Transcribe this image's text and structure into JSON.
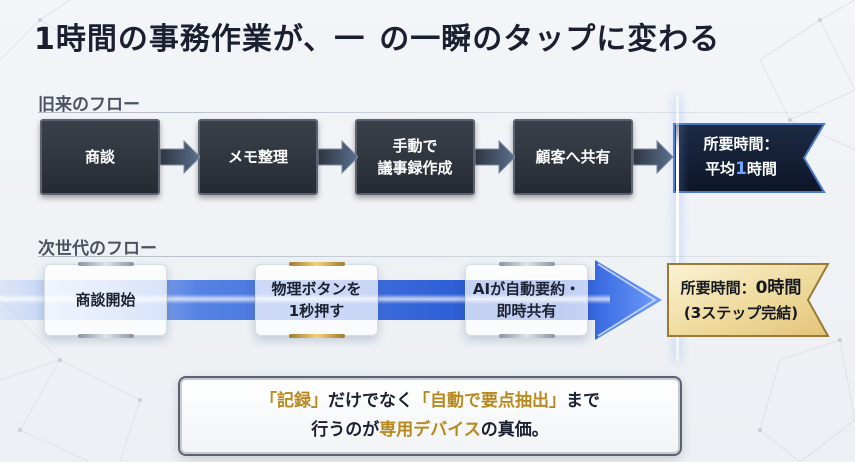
{
  "title": {
    "part1": "1時間の事務作業が、一",
    "part2": "の一瞬のタップに変わる"
  },
  "old_flow": {
    "label": "旧来のフロー",
    "steps": [
      "商談",
      "メモ整理",
      "手動で\n議事録作成",
      "顧客へ共有"
    ],
    "result": {
      "line1": "所要時間：",
      "prefix": "平均",
      "value": "1",
      "suffix": "時間"
    }
  },
  "new_flow": {
    "label": "次世代のフロー",
    "steps": [
      "商談開始",
      "物理ボタンを\n1秒押す",
      "AIが自動要約・\n即時共有"
    ],
    "result": {
      "line1_prefix": "所要時間：",
      "line1_value": "0時間",
      "line2": "(3ステップ完結)"
    }
  },
  "callout": {
    "line1": {
      "q1": "「記録」",
      "t1": "だけでなく",
      "q2": "「自動で要点抽出」",
      "t2": "まで"
    },
    "line2": {
      "t1": "行うのが",
      "hl": "専用デバイス",
      "t2": "の真価。"
    }
  },
  "colors": {
    "accent_blue": "#6ea6ff",
    "gold": "#b88a1e",
    "dark_box": "#2c3139"
  }
}
